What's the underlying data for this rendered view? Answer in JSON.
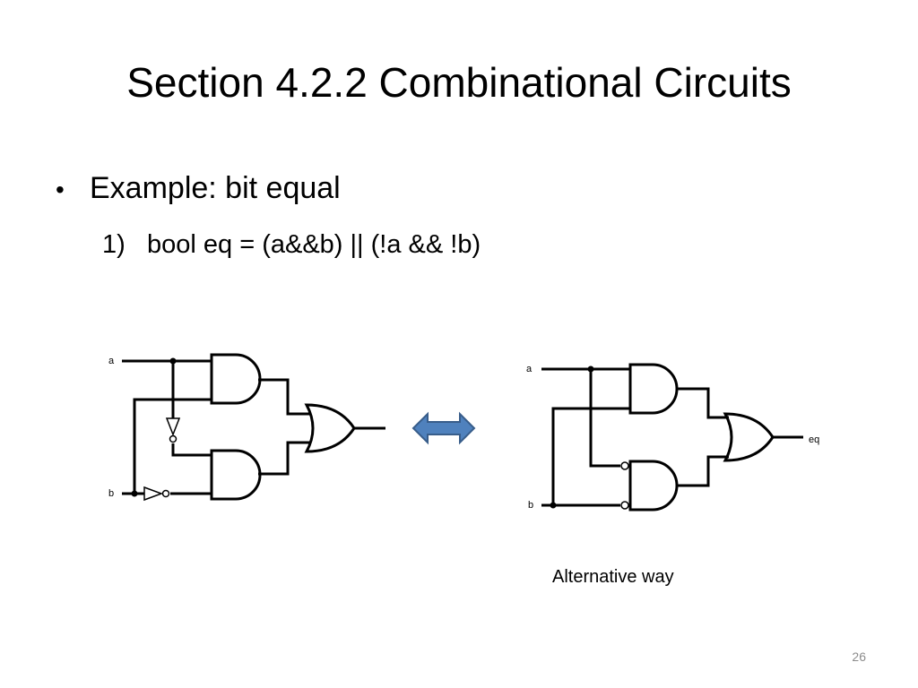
{
  "slide": {
    "title": "Section 4.2.2 Combinational Circuits",
    "bullet": "Example: bit equal",
    "sub_number": "1)",
    "sub_text": "bool eq = (a&&b) || (!a && !b)",
    "caption": "Alternative way",
    "page_number": "26"
  },
  "left_circuit": {
    "input_a_label": "a",
    "input_b_label": "b",
    "gates": [
      "and-gate",
      "and-gate",
      "or-gate",
      "not-gate",
      "not-gate"
    ]
  },
  "right_circuit": {
    "input_a_label": "a",
    "input_b_label": "b",
    "output_label": "eq",
    "gates": [
      "and-gate",
      "and-gate-inverted-inputs",
      "or-gate"
    ]
  },
  "equivalence_arrow": {
    "icon": "double-arrow-icon",
    "color": "#4f81bd",
    "border": "#385d8a"
  }
}
